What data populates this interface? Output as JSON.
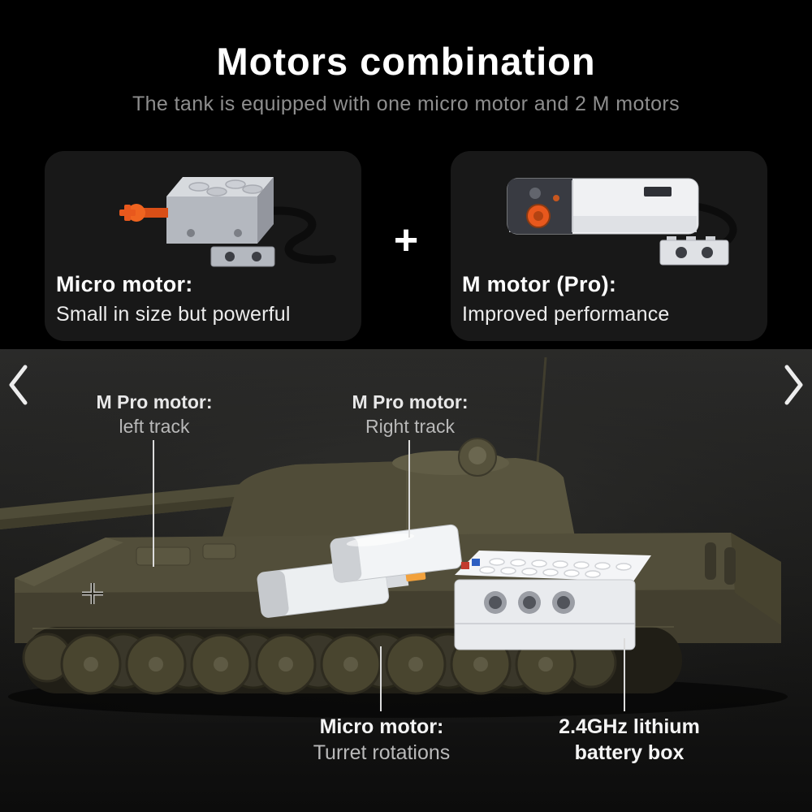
{
  "header": {
    "title": "Motors combination",
    "subtitle": "The tank is equipped with one micro motor and 2 M motors"
  },
  "cards": {
    "separator": "+",
    "micro_motor": {
      "label": "Micro motor:",
      "description": "Small in size but powerful"
    },
    "m_motor": {
      "label": "M motor (Pro):",
      "description": "Improved performance"
    }
  },
  "callouts": {
    "left_track": {
      "line1": "M Pro motor:",
      "line2": "left track"
    },
    "right_track": {
      "line1": "M Pro motor:",
      "line2": "Right track"
    },
    "turret": {
      "line1": "Micro motor:",
      "line2": "Turret rotations"
    },
    "battery": {
      "line1": "2.4GHz lithium",
      "line2": "battery box"
    }
  },
  "carousel": {
    "prev_icon": "chevron-left",
    "next_icon": "chevron-right"
  },
  "colors": {
    "background": "#000000",
    "card_background": "#181818",
    "photo_background_top": "#2b2b2a",
    "title_text": "#ffffff",
    "subtitle_text": "#8e8e8e",
    "callout_line": "#dcdcdc",
    "accent_orange": "#e8581d",
    "tank_olive": "#55523c"
  }
}
